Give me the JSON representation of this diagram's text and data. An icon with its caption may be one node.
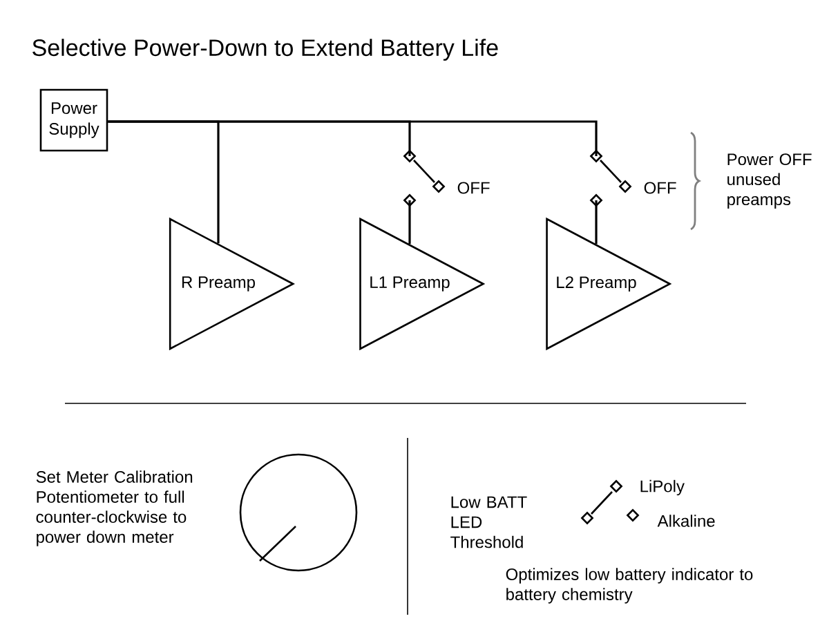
{
  "diagram": {
    "title": "Selective Power-Down to Extend Battery Life",
    "nodes": [
      {
        "text": [
          "Power Supply"
        ]
      },
      {
        "text": [
          "R Preamp"
        ]
      },
      {
        "text": [
          "L1 Preamp"
        ]
      },
      {
        "text": [
          "L2 Preamp"
        ]
      }
    ],
    "edges": [
      {
        "from": 0,
        "to": 1,
        "arrow": "none"
      },
      {
        "from": 0,
        "to": 2,
        "arrow": "none"
      },
      {
        "from": 0,
        "to": 3,
        "arrow": "none"
      }
    ],
    "labels": [
      "OFF",
      "OFF",
      "Power OFF unused preamps",
      "Set Meter Calibration Potentiometer to full counter-clockwise to power down meter",
      "Low BATT LED Threshold",
      "LiPoly",
      "Alkaline",
      "Optimizes low battery indicator to battery chemistry"
    ]
  }
}
